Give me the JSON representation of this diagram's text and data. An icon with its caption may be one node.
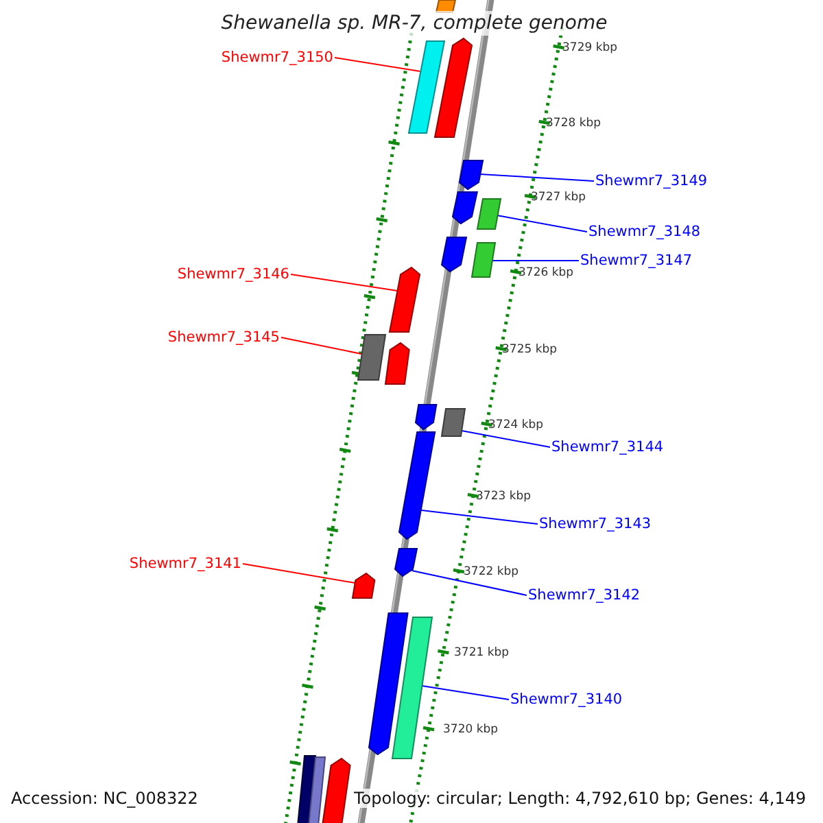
{
  "diagram": {
    "title": "Shewanella sp. MR-7, complete genome",
    "nodes": [
      {
        "text": [
          "Shewmr7_3150"
        ]
      },
      {
        "text": [
          "Shewmr7_3149"
        ]
      },
      {
        "text": [
          "Shewmr7_3148"
        ]
      },
      {
        "text": [
          "Shewmr7_3147"
        ]
      },
      {
        "text": [
          "Shewmr7_3146"
        ]
      },
      {
        "text": [
          "Shewmr7_3145"
        ]
      },
      {
        "text": [
          "Shewmr7_3144"
        ]
      },
      {
        "text": [
          "Shewmr7_3143"
        ]
      },
      {
        "text": [
          "Shewmr7_3142"
        ]
      },
      {
        "text": [
          "Shewmr7_3141"
        ]
      },
      {
        "text": [
          "Shewmr7_3140"
        ]
      },
      {
        "text": [],
        "shape": "bar"
      },
      {
        "text": [],
        "shape": "bar"
      },
      {
        "text": [],
        "shape": "bar"
      },
      {
        "text": [],
        "shape": "bar"
      },
      {
        "text": [],
        "shape": "bar"
      },
      {
        "text": [],
        "shape": "bar"
      },
      {
        "text": [],
        "shape": "bar"
      },
      {
        "text": [],
        "shape": "bar"
      },
      {
        "text": [],
        "shape": "bar"
      },
      {
        "text": [],
        "shape": "bar"
      },
      {
        "text": [],
        "shape": "bar"
      },
      {
        "text": [],
        "shape": "bar"
      },
      {
        "text": [],
        "shape": "bar"
      },
      {
        "text": [],
        "shape": "bar"
      },
      {
        "text": [],
        "shape": "bar"
      },
      {
        "text": [],
        "shape": "bar"
      },
      {
        "text": [],
        "shape": "bar"
      },
      {
        "text": [],
        "shape": "bar"
      },
      {
        "text": [],
        "shape": "bar"
      },
      {
        "text": [],
        "shape": "bar"
      },
      {
        "text": [],
        "shape": "bar"
      }
    ],
    "edges": [
      {
        "from": 0,
        "to": 12,
        "arrow": "none",
        "color": "#ff0000"
      },
      {
        "from": 1,
        "to": 14,
        "arrow": "none"
      },
      {
        "from": 2,
        "to": 16,
        "arrow": "none"
      },
      {
        "from": 3,
        "to": 18,
        "arrow": "none"
      },
      {
        "from": 4,
        "to": 19,
        "arrow": "none",
        "color": "#ff0000"
      },
      {
        "from": 5,
        "to": 20,
        "arrow": "none",
        "color": "#ff0000"
      },
      {
        "from": 6,
        "to": 23,
        "arrow": "none"
      },
      {
        "from": 7,
        "to": 24,
        "arrow": "none"
      },
      {
        "from": 8,
        "to": 25,
        "arrow": "none"
      },
      {
        "from": 9,
        "to": 26,
        "arrow": "none",
        "color": "#ff0000"
      },
      {
        "from": 10,
        "to": 28,
        "arrow": "none"
      }
    ],
    "labels": [
      "3729 kbp",
      "3728 kbp",
      "3727 kbp",
      "3726 kbp",
      "3725 kbp",
      "3724 kbp",
      "3723 kbp",
      "3722 kbp",
      "3721 kbp",
      "3720 kbp",
      "Accession: NC_008322",
      "Topology: circular; Length: 4,792,610 bp; Genes: 4,149"
    ]
  }
}
